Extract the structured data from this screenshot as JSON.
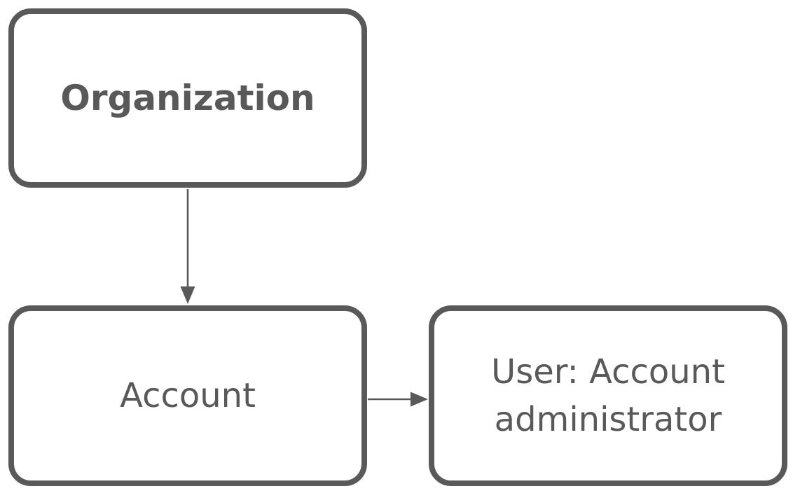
{
  "diagram": {
    "type": "flowchart",
    "nodes": {
      "organization": {
        "label": "Organization",
        "emphasis": "bold"
      },
      "account": {
        "label": "Account",
        "emphasis": "regular"
      },
      "user_admin": {
        "label": "User: Account administrator",
        "emphasis": "regular"
      }
    },
    "edges": [
      {
        "from": "organization",
        "to": "account",
        "direction": "down",
        "style": "solid-arrow"
      },
      {
        "from": "account",
        "to": "user_admin",
        "direction": "right",
        "style": "solid-arrow"
      }
    ],
    "colors": {
      "node_border": "#595959",
      "node_fill": "#ffffff",
      "text": "#595959",
      "arrow": "#595959",
      "background": "#ffffff"
    }
  }
}
